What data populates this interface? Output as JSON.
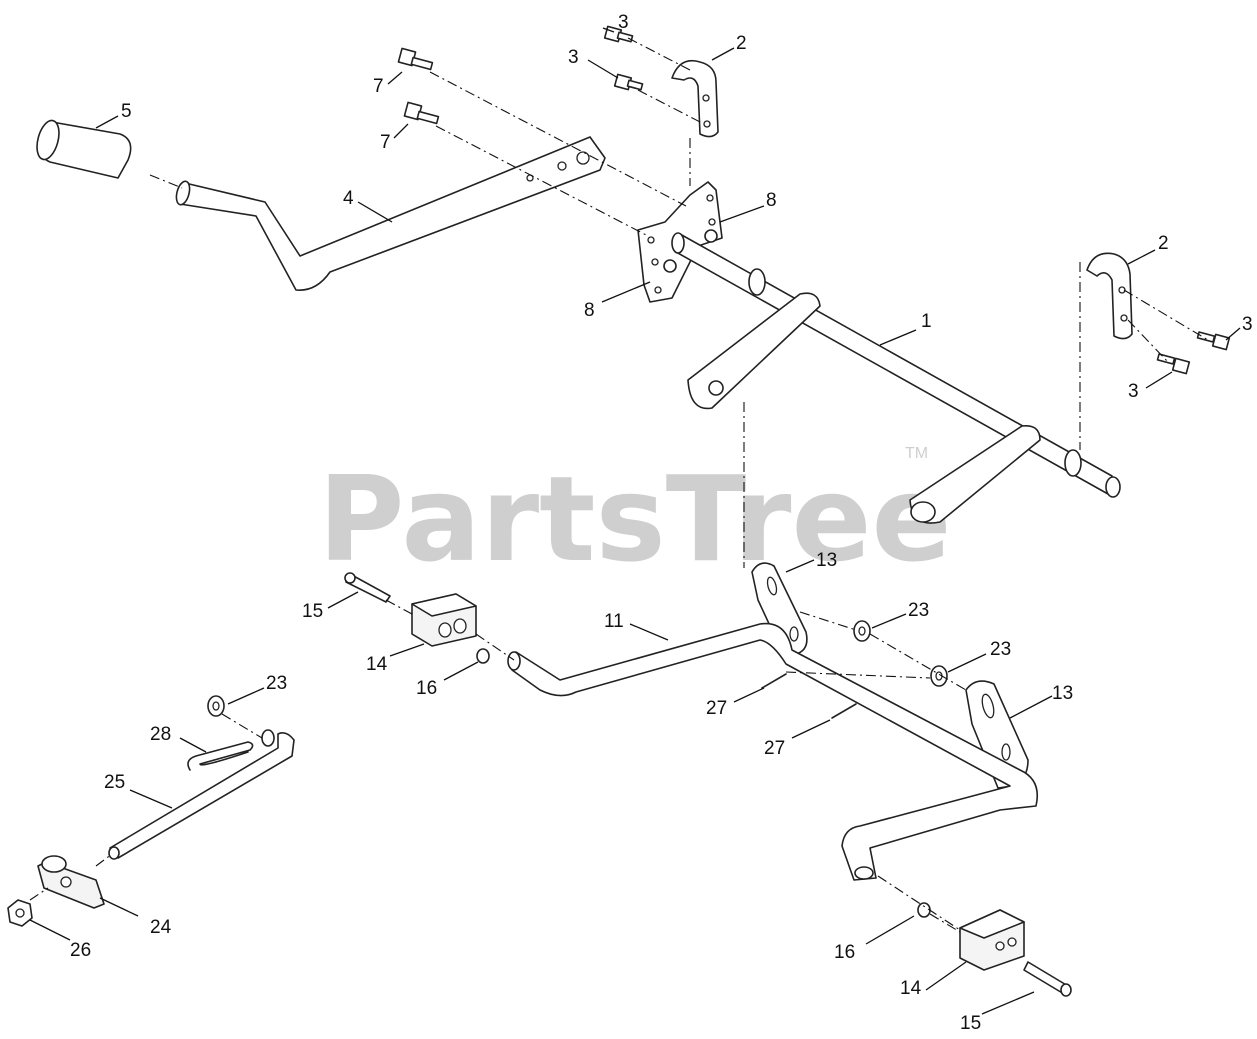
{
  "watermark": {
    "text": "PartsTree",
    "trademark": "TM"
  },
  "callouts": {
    "c1": "1",
    "c2a": "2",
    "c2b": "2",
    "c3a": "3",
    "c3b": "3",
    "c3c": "3",
    "c3d": "3",
    "c4": "4",
    "c5": "5",
    "c7a": "7",
    "c7b": "7",
    "c8a": "8",
    "c8b": "8",
    "c11": "11",
    "c13a": "13",
    "c13b": "13",
    "c14a": "14",
    "c14b": "14",
    "c15a": "15",
    "c15b": "15",
    "c16a": "16",
    "c16b": "16",
    "c23a": "23",
    "c23b": "23",
    "c23c": "23",
    "c24": "24",
    "c25": "25",
    "c26": "26",
    "c27a": "27",
    "c27b": "27",
    "c28": "28"
  }
}
